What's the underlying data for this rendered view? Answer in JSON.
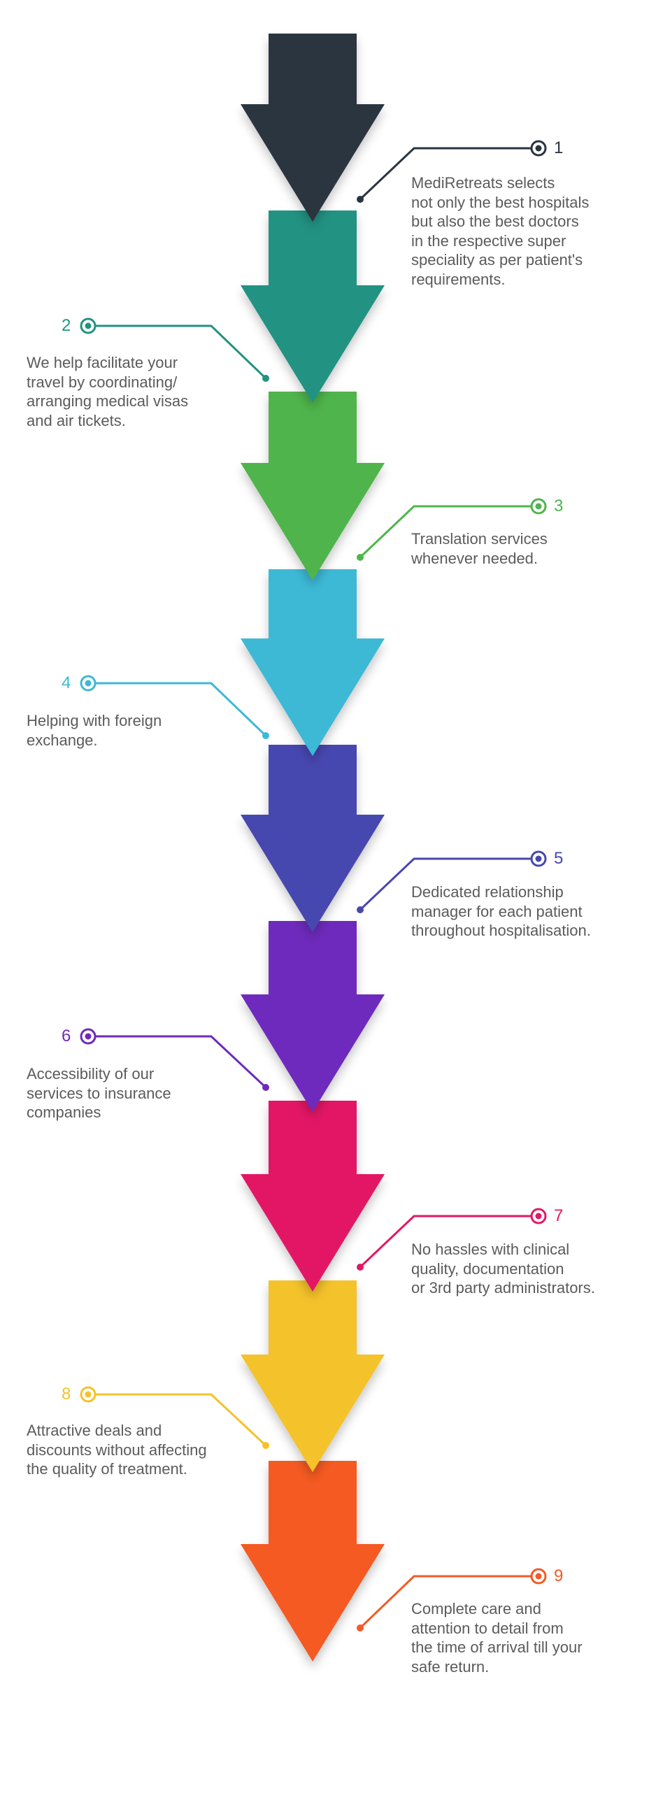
{
  "steps": [
    {
      "number": "1",
      "color": "#2a3441",
      "text": "MediRetreats selects\nnot only the best hospitals\nbut also the best doctors\nin the respective super\nspeciality as per patient's\nrequirements."
    },
    {
      "number": "2",
      "color": "#239282",
      "text": "We help facilitate your\ntravel by coordinating/\narranging medical visas\nand air tickets."
    },
    {
      "number": "3",
      "color": "#4fb44c",
      "text": "Translation services\nwhenever needed."
    },
    {
      "number": "4",
      "color": "#3db9d6",
      "text": "Helping with foreign\nexchange."
    },
    {
      "number": "5",
      "color": "#4747b0",
      "text": "Dedicated relationship\nmanager for each patient\nthroughout hospitalisation."
    },
    {
      "number": "6",
      "color": "#6e2abc",
      "text": "Accessibility of our\nservices to insurance\ncompanies"
    },
    {
      "number": "7",
      "color": "#e31765",
      "text": "No hassles with clinical\nquality, documentation\nor 3rd party administrators."
    },
    {
      "number": "8",
      "color": "#f4c22b",
      "text": "Attractive deals and\ndiscounts without affecting\nthe quality of treatment."
    },
    {
      "number": "9",
      "color": "#f55a24",
      "text": "Complete care and\nattention to detail from\nthe time of arrival till your\nsafe return."
    }
  ]
}
